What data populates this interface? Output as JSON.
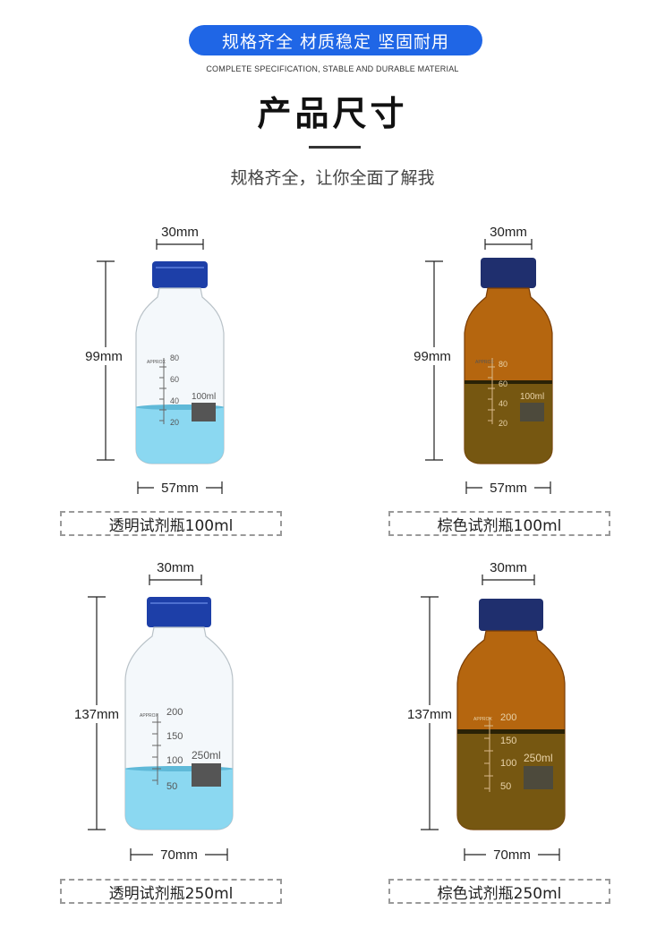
{
  "header": {
    "banner": "规格齐全  材质稳定  坚固耐用",
    "subline": "COMPLETE SPECIFICATION, STABLE AND DURABLE MATERIAL",
    "title": "产品尺寸",
    "tagline": "规格齐全，让你全面了解我"
  },
  "products": [
    {
      "caption": "透明试剂瓶100ml",
      "cap_width": "30mm",
      "height": "99mm",
      "width": "57mm",
      "volume": "100ml",
      "approx": "APPROX",
      "marks": [
        "80",
        "60",
        "40",
        "20"
      ],
      "glass": "clear"
    },
    {
      "caption": "棕色试剂瓶100ml",
      "cap_width": "30mm",
      "height": "99mm",
      "width": "57mm",
      "volume": "100ml",
      "approx": "APPROX",
      "marks": [
        "80",
        "60",
        "40",
        "20"
      ],
      "glass": "amber"
    },
    {
      "caption": "透明试剂瓶250ml",
      "cap_width": "30mm",
      "height": "137mm",
      "width": "70mm",
      "volume": "250ml",
      "approx": "APPROX",
      "marks": [
        "200",
        "150",
        "100",
        "50"
      ],
      "glass": "clear"
    },
    {
      "caption": "棕色试剂瓶250ml",
      "cap_width": "30mm",
      "height": "137mm",
      "width": "70mm",
      "volume": "250ml",
      "approx": "APPROX",
      "marks": [
        "200",
        "150",
        "100",
        "50"
      ],
      "glass": "amber"
    }
  ],
  "colors": {
    "banner": "#1f66e6",
    "cap": "#1d3fa8",
    "liquid": "#7fd4ef",
    "amber": "#b5660f"
  }
}
